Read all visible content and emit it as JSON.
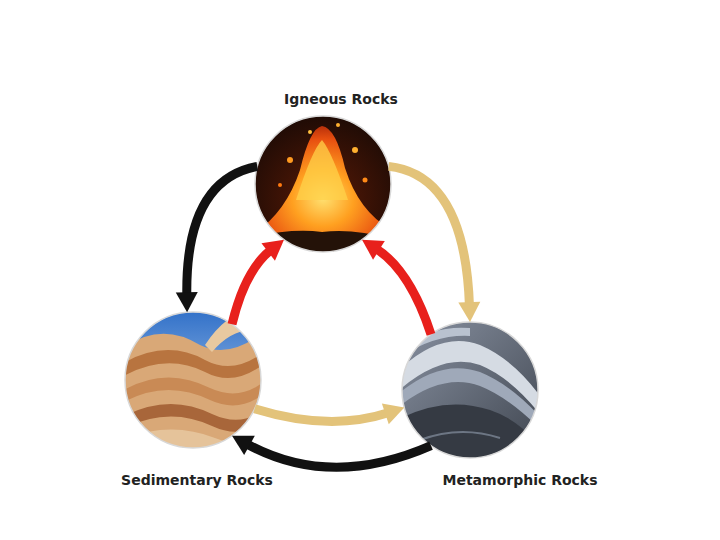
{
  "diagram": {
    "nodes": [
      {
        "text": [
          "Igneous Rocks"
        ]
      },
      {
        "text": [
          "Sedimentary Rocks"
        ]
      },
      {
        "text": [
          "Metamorphic Rocks"
        ]
      }
    ],
    "edges": [
      {
        "from": 0,
        "to": 1,
        "arrow": "to"
      },
      {
        "from": 1,
        "to": 0,
        "arrow": "to"
      },
      {
        "from": 0,
        "to": 2,
        "arrow": "to"
      },
      {
        "from": 2,
        "to": 0,
        "arrow": "to"
      },
      {
        "from": 1,
        "to": 2,
        "arrow": "to"
      },
      {
        "from": 2,
        "to": 1,
        "arrow": "to"
      }
    ]
  }
}
